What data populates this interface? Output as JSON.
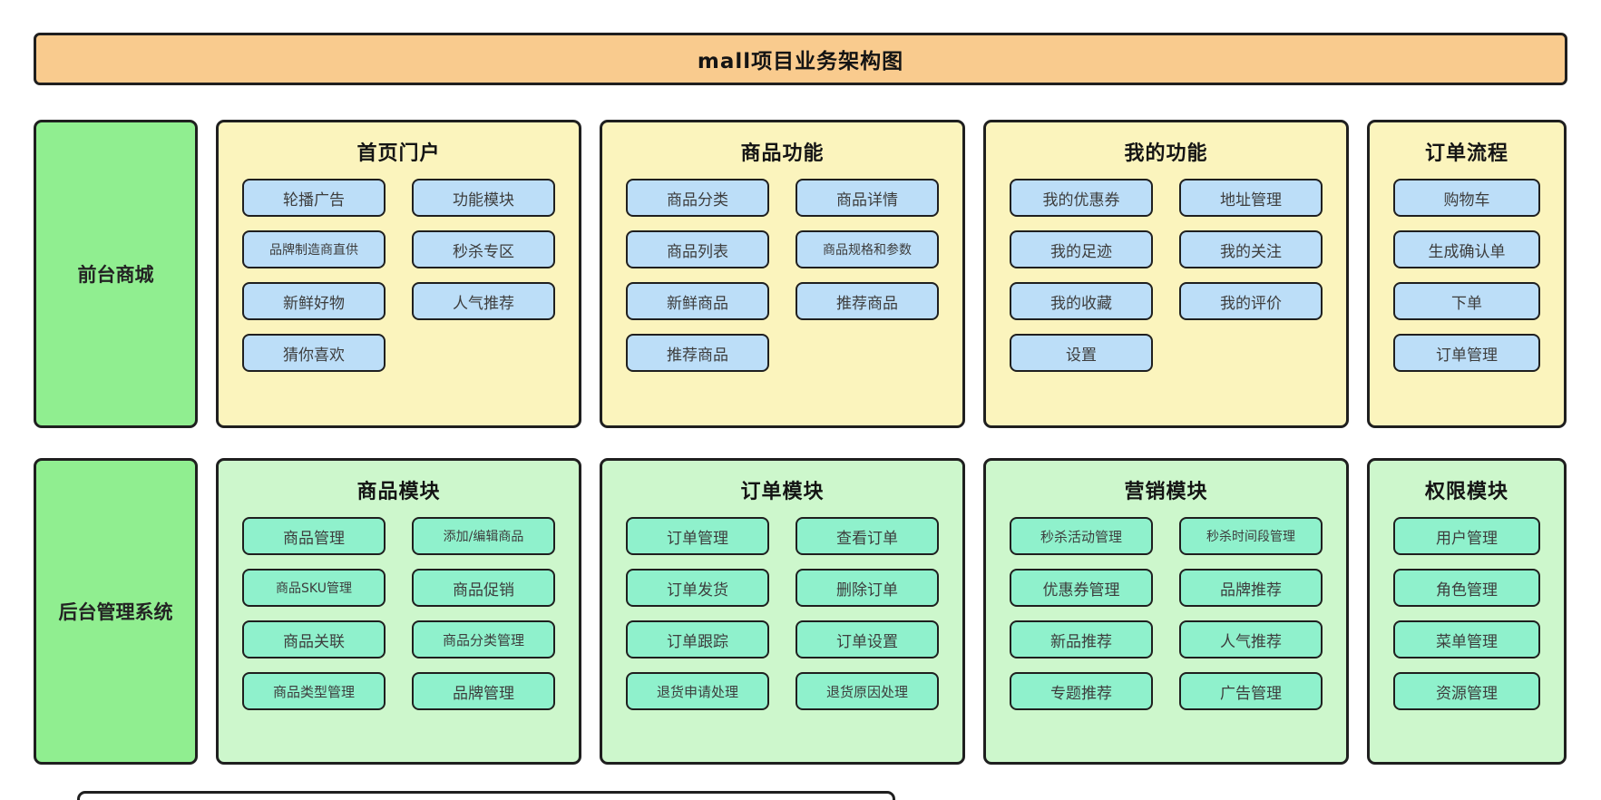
{
  "title": "mall项目业务架构图",
  "colors": {
    "banner_bg": "#F9CB8E",
    "front_panel_bg": "#FBF4BD",
    "front_node_bg": "#BCDEF8",
    "back_panel_bg": "#CDF7CC",
    "back_node_bg": "#8FF1CC",
    "sidebar_bg": "#90EE90",
    "border": "#1F1F1F"
  },
  "rows": [
    {
      "sidebar": "前台商城",
      "panels": [
        {
          "title": "首页门户",
          "columns": 2,
          "buttons": [
            "轮播广告",
            "功能模块",
            "品牌制造商直供",
            "秒杀专区",
            "新鲜好物",
            "人气推荐",
            "猜你喜欢"
          ]
        },
        {
          "title": "商品功能",
          "columns": 2,
          "buttons": [
            "商品分类",
            "商品详情",
            "商品列表",
            "商品规格和参数",
            "新鲜商品",
            "推荐商品",
            "推荐商品"
          ]
        },
        {
          "title": "我的功能",
          "columns": 2,
          "buttons": [
            "我的优惠券",
            "地址管理",
            "我的足迹",
            "我的关注",
            "我的收藏",
            "我的评价",
            "设置"
          ]
        },
        {
          "title": "订单流程",
          "columns": 1,
          "buttons": [
            "购物车",
            "生成确认单",
            "下单",
            "订单管理"
          ]
        }
      ]
    },
    {
      "sidebar": "后台管理系统",
      "panels": [
        {
          "title": "商品模块",
          "columns": 2,
          "buttons": [
            "商品管理",
            "添加/编辑商品",
            "商品SKU管理",
            "商品促销",
            "商品关联",
            "商品分类管理",
            "商品类型管理",
            "品牌管理"
          ]
        },
        {
          "title": "订单模块",
          "columns": 2,
          "buttons": [
            "订单管理",
            "查看订单",
            "订单发货",
            "删除订单",
            "订单跟踪",
            "订单设置",
            "退货申请处理",
            "退货原因处理"
          ]
        },
        {
          "title": "营销模块",
          "columns": 2,
          "buttons": [
            "秒杀活动管理",
            "秒杀时间段管理",
            "优惠券管理",
            "品牌推荐",
            "新品推荐",
            "人气推荐",
            "专题推荐",
            "广告管理"
          ]
        },
        {
          "title": "权限模块",
          "columns": 1,
          "buttons": [
            "用户管理",
            "角色管理",
            "菜单管理",
            "资源管理"
          ]
        }
      ]
    }
  ]
}
